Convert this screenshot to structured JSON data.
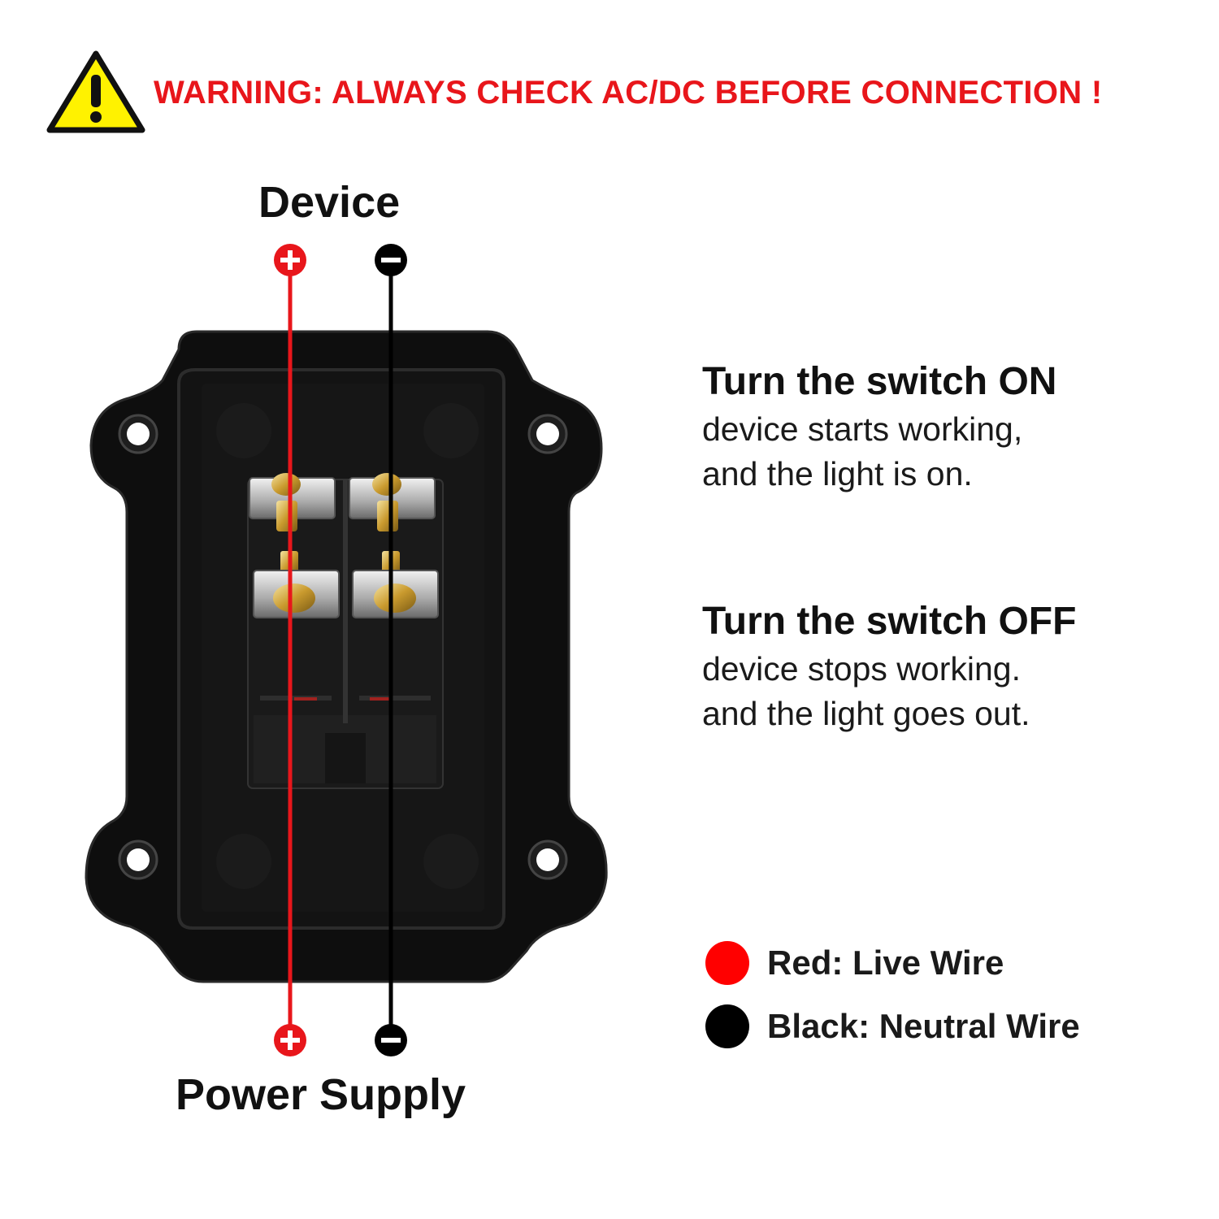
{
  "warning": {
    "text": "WARNING: ALWAYS CHECK AC/DC BEFORE CONNECTION !",
    "icon": "warning-triangle-icon"
  },
  "labels": {
    "top": "Device",
    "bottom": "Power Supply"
  },
  "info": {
    "on": {
      "title": "Turn the switch ON",
      "line1": "device starts working,",
      "line2": "and the light is on."
    },
    "off": {
      "title": "Turn the switch OFF",
      "line1": "device stops working.",
      "line2": "and the light goes out."
    }
  },
  "legend": [
    {
      "label": "Red: Live Wire",
      "color": "#ff0000"
    },
    {
      "label": "Black: Neutral Wire",
      "color": "#000000"
    }
  ],
  "colors": {
    "warning_text": "#e8161b",
    "live_wire": "#e8161b",
    "neutral_wire": "#000000",
    "warning_fill": "#fff200"
  }
}
